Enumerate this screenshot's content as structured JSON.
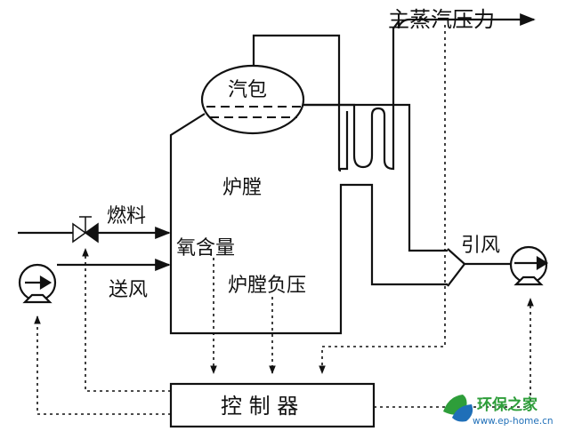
{
  "labels": {
    "main_steam_pressure": "主蒸汽压力",
    "drum": "汽包",
    "furnace": "炉膛",
    "fuel": "燃料",
    "supply_air": "送风",
    "oxygen_content": "氧含量",
    "furnace_negative_pressure": "炉膛负压",
    "induced_draft": "引风",
    "controller": "控 制 器"
  },
  "watermark": {
    "name": "环保之家",
    "url": "www.ep-home.cn"
  },
  "colors": {
    "line": "#111111",
    "watermark_green": "#2e9e3a",
    "watermark_blue": "#1f6fb8"
  }
}
